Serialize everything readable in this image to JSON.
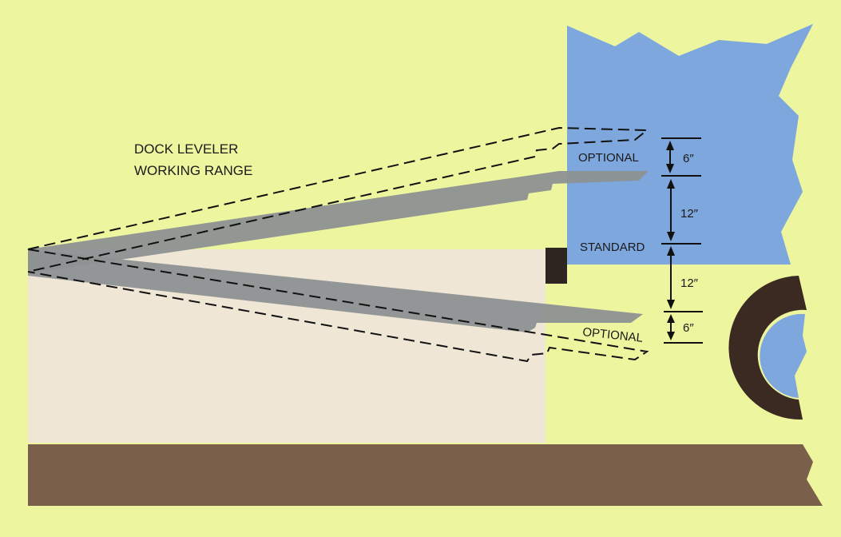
{
  "title": {
    "line1": "DOCK LEVELER",
    "line2": "WORKING RANGE"
  },
  "labels": {
    "optional_upper": "OPTIONAL",
    "standard": "STANDARD",
    "optional_lower": "OPTIONAL"
  },
  "dimensions": {
    "upper_optional": "6″",
    "upper_standard": "12″",
    "lower_standard": "12″",
    "lower_optional": "6″"
  },
  "colors": {
    "background": "#eef59f",
    "truck": "#7ea7de",
    "pit": "#efe6d6",
    "floor": "#7a5f4a",
    "lip": "#8d9192",
    "tire": "#3a2a22"
  }
}
